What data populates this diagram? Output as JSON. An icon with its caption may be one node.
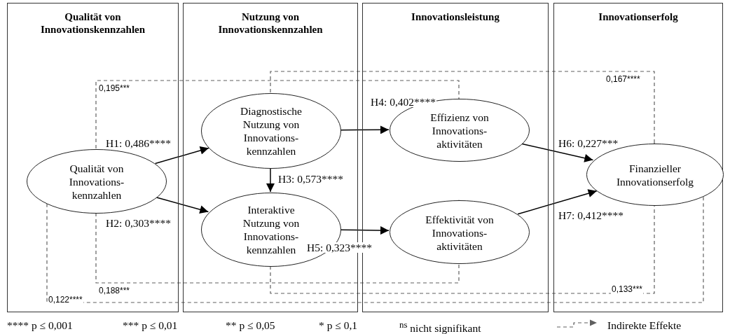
{
  "diagram": {
    "nodes": [
      {
        "text": [
          "Qualität von Innovationskennzahlen"
        ]
      },
      {
        "text": [
          "Qualität von Innovations- kennzahlen"
        ],
        "in": 0
      },
      {
        "text": [
          "Nutzung von Innovationskennzahlen"
        ]
      },
      {
        "text": [
          "Diagnostische Nutzung von Innovations- kennzahlen"
        ],
        "in": 2
      },
      {
        "text": [
          "Interaktive Nutzung von Innovations- kennzahlen"
        ],
        "in": 2
      },
      {
        "text": [
          "Innovationsleistung"
        ]
      },
      {
        "text": [
          "Effizienz von Innovations- aktivitäten"
        ],
        "in": 5
      },
      {
        "text": [
          "Effektivität von Innovations- aktivitäten"
        ],
        "in": 5
      },
      {
        "text": [
          "Innovationserfolg"
        ]
      },
      {
        "text": [
          "Finanzieller Innovationserfolg"
        ],
        "in": 8
      }
    ],
    "edges": [
      {
        "from": 1,
        "to": 3,
        "arrow": "to",
        "label": "H1: 0,486****"
      },
      {
        "from": 1,
        "to": 4,
        "arrow": "to",
        "label": "H2: 0,303****"
      },
      {
        "from": 3,
        "to": 4,
        "arrow": "to",
        "label": "H3: 0,573****"
      },
      {
        "from": 3,
        "to": 6,
        "arrow": "to",
        "label": "H4: 0,402****"
      },
      {
        "from": 4,
        "to": 7,
        "arrow": "to",
        "label": "H5: 0,323****"
      },
      {
        "from": 6,
        "to": 9,
        "arrow": "to",
        "label": "H6: 0,227***"
      },
      {
        "from": 7,
        "to": 9,
        "arrow": "to",
        "label": "H7: 0,412****"
      },
      {
        "from": 1,
        "to": 6,
        "arrow": "to",
        "label": "0,195***",
        "style": "dashed",
        "color": "#606060"
      },
      {
        "from": 3,
        "to": 9,
        "arrow": "to",
        "label": "0,167****",
        "style": "dashed",
        "color": "#606060"
      },
      {
        "from": 1,
        "to": 7,
        "arrow": "to",
        "label": "0,188***",
        "style": "dashed",
        "color": "#606060"
      },
      {
        "from": 4,
        "to": 9,
        "arrow": "to",
        "label": "0,133***",
        "style": "dashed",
        "color": "#606060"
      },
      {
        "from": 1,
        "to": 9,
        "arrow": "to",
        "label": "0,122****",
        "style": "dashed",
        "color": "#606060"
      }
    ],
    "labels": [
      "**** p ≤ 0,001",
      "*** p ≤ 0,01",
      "** p ≤ 0,05",
      "* p ≤ 0,1",
      "$^{ns}$ nicht signifikant"
    ],
    "legend": [
      {
        "text": "Indirekte Effekte"
      }
    ]
  }
}
